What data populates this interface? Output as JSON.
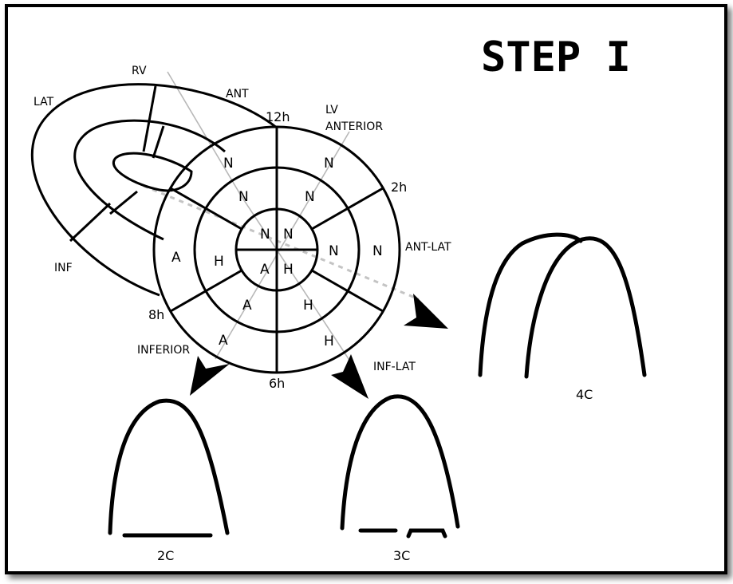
{
  "title": "STEP I",
  "colors": {
    "ink": "#000000",
    "guide": "#b8b8b8",
    "background": "#ffffff"
  },
  "orientation_labels": {
    "rv": "RV",
    "ant": "ANT",
    "lat": "LAT",
    "inf": "INF",
    "lv_anterior_line1": "LV",
    "lv_anterior_line2": "ANTERIOR",
    "ant_lat": "ANT-LAT",
    "inferior": "INFERIOR",
    "inf_lat": "INF-LAT"
  },
  "clock_labels": {
    "h12": "12h",
    "h2": "2h",
    "h6": "6h",
    "h8": "8h"
  },
  "bullseye_segments": {
    "outer": [
      "N",
      "N",
      "N",
      "H",
      "A",
      "A"
    ],
    "middle": [
      "N",
      "N",
      "N",
      "H",
      "A",
      "H"
    ],
    "apex": [
      "N",
      "N",
      "H",
      "A"
    ]
  },
  "views": {
    "four_chamber": "4C",
    "two_chamber": "2C",
    "three_chamber": "3C"
  }
}
